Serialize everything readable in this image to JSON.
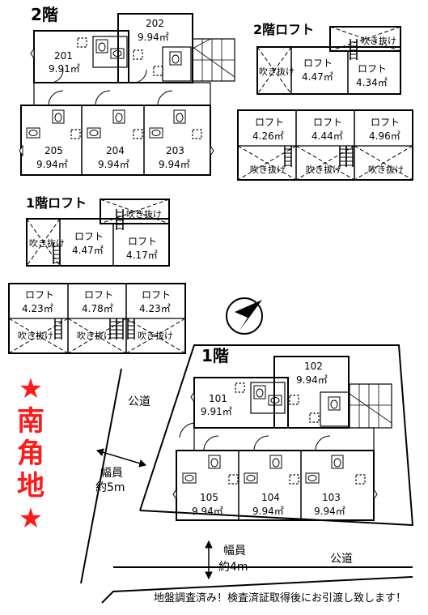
{
  "floor2": {
    "title": "2階",
    "units": [
      {
        "no": "201",
        "area": "9.91㎡"
      },
      {
        "no": "202",
        "area": "9.94㎡"
      },
      {
        "no": "205",
        "area": "9.94㎡"
      },
      {
        "no": "204",
        "area": "9.94㎡"
      },
      {
        "no": "203",
        "area": "9.94㎡"
      }
    ]
  },
  "loft2": {
    "title": "2階ロフト",
    "top": [
      {
        "label": "吹き抜け"
      },
      {
        "label": "ロフト",
        "area": "4.47㎡"
      },
      {
        "label": "吹き抜け"
      },
      {
        "label": "ロフト",
        "area": "4.34㎡"
      }
    ],
    "bottom": [
      {
        "label": "ロフト",
        "area": "4.26㎡"
      },
      {
        "label": "ロフト",
        "area": "4.44㎡"
      },
      {
        "label": "ロフト",
        "area": "4.96㎡"
      }
    ],
    "void": "吹き抜け"
  },
  "loft1": {
    "title": "1階ロフト",
    "top": [
      {
        "label": "吹き抜け"
      },
      {
        "label": "ロフト",
        "area": "4.47㎡"
      },
      {
        "label": "吹き抜け"
      },
      {
        "label": "ロフト",
        "area": "4.17㎡"
      }
    ],
    "bottom": [
      {
        "label": "ロフト",
        "area": "4.23㎡"
      },
      {
        "label": "ロフト",
        "area": "4.78㎡"
      },
      {
        "label": "ロフト",
        "area": "4.23㎡"
      }
    ],
    "void": "吹き抜け"
  },
  "floor1": {
    "title": "1階",
    "units": [
      {
        "no": "101",
        "area": "9.91㎡"
      },
      {
        "no": "102",
        "area": "9.94㎡"
      },
      {
        "no": "105",
        "area": "9.94㎡"
      },
      {
        "no": "104",
        "area": "9.94㎡"
      },
      {
        "no": "103",
        "area": "9.94㎡"
      }
    ]
  },
  "badge": {
    "star": "★",
    "chars": [
      "南",
      "角",
      "地"
    ]
  },
  "roads": {
    "west": {
      "name": "公道",
      "width_label": "幅員",
      "width_value": "約5m"
    },
    "south": {
      "name": "公道",
      "width_label": "幅員",
      "width_value": "約4m"
    }
  },
  "note": "地盤調査済み！検査済証取得後にお引渡し致します！",
  "colors": {
    "accent": "#ff1a1a",
    "line": "#000000"
  },
  "icons": {
    "compass": "north-arrow-icon",
    "stairs": "stairs-icon",
    "toilet": "toilet-icon",
    "sink": "sink-icon"
  }
}
